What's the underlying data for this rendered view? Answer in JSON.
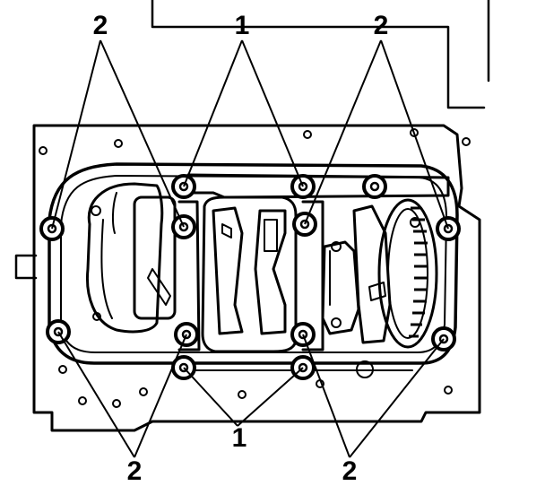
{
  "callouts": {
    "top_left": "2",
    "top_center": "1",
    "top_right": "2",
    "bottom_left": "2",
    "bottom_center": "1",
    "bottom_right": "2"
  },
  "colors": {
    "ink": "#000000",
    "paper": "#ffffff"
  }
}
